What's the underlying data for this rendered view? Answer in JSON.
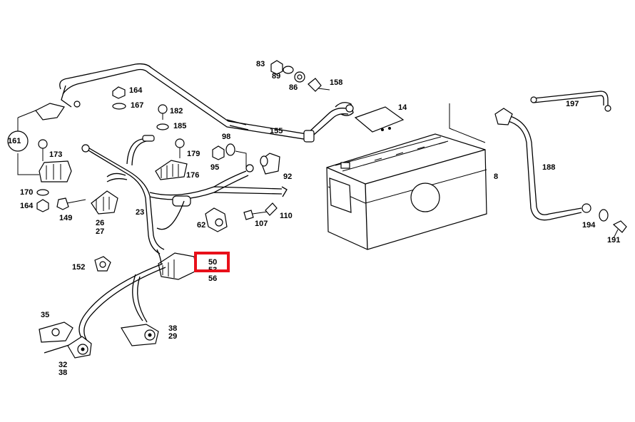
{
  "diagram": {
    "callout_circle": "161",
    "highlight_color": "#e8101a",
    "labels": {
      "n83": "83",
      "n89": "89",
      "n86": "86",
      "n158": "158",
      "n164a": "164",
      "n167": "167",
      "n182": "182",
      "n185": "185",
      "n14": "14",
      "n197": "197",
      "n155": "155",
      "n98": "98",
      "n179": "179",
      "n173": "173",
      "n95": "95",
      "n176": "176",
      "n92": "92",
      "n8": "8",
      "n188": "188",
      "n170": "170",
      "n164b": "164",
      "n149": "149",
      "n23": "23",
      "n110": "110",
      "n62": "62",
      "n107": "107",
      "n26": "26",
      "n27": "27",
      "n194": "194",
      "n191": "191",
      "n152": "152",
      "n50": "50",
      "n53": "53",
      "n56": "56",
      "n35": "35",
      "n38a": "38",
      "n29": "29",
      "n32": "32",
      "n38b": "38"
    }
  }
}
